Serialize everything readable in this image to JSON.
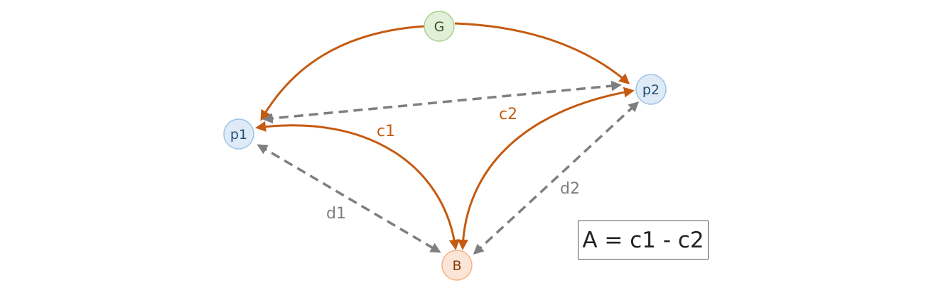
{
  "colors": {
    "orange_edge": "#c55a11",
    "gray_edge": "#7f7f7f",
    "g_fill": "#e2efd9",
    "g_stroke": "#a9d18e",
    "g_text": "#385723",
    "p_fill": "#deebf7",
    "p_stroke": "#9dc3e6",
    "p_text": "#1f4e79",
    "b_fill": "#fbe5d6",
    "b_stroke": "#f4b183",
    "b_text": "#843c0c",
    "c_label": "#c55a11",
    "d_label": "#7f7f7f"
  },
  "nodes": {
    "g": "G",
    "p1": "p1",
    "p2": "p2",
    "b": "B"
  },
  "edges": {
    "c1": "c1",
    "c2": "c2",
    "d1": "d1",
    "d2": "d2"
  },
  "formula": "A = c1 - c2"
}
